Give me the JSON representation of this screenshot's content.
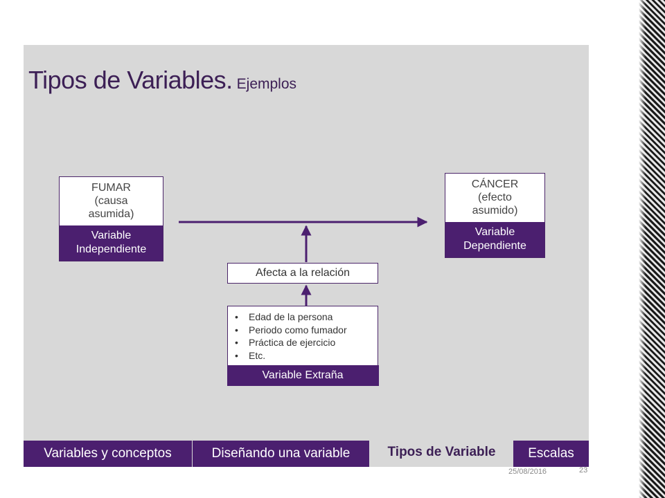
{
  "slide": {
    "title": "Tipos de Variables.",
    "subtitle": "Ejemplos"
  },
  "independent": {
    "top_lines": [
      "FUMAR",
      "(causa",
      "asumida)"
    ],
    "label_lines": [
      "Variable",
      "Independiente"
    ]
  },
  "dependent": {
    "top_lines": [
      "CÁNCER",
      "(efecto",
      "asumido)"
    ],
    "label_lines": [
      "Variable",
      "Dependiente"
    ]
  },
  "relation": {
    "label": "Afecta a la relación"
  },
  "extraneous": {
    "items": [
      "Edad de la persona",
      "Periodo como fumador",
      "Práctica de ejercicio",
      "Etc."
    ],
    "label": "Variable Extraña"
  },
  "tabs": [
    {
      "label": "Variables y conceptos",
      "active": false
    },
    {
      "label": "Diseñando una variable",
      "active": false
    },
    {
      "label": "Tipos de Variable",
      "active": true
    },
    {
      "label": "Escalas",
      "active": false
    }
  ],
  "footer": {
    "date": "25/08/2016",
    "page": "23"
  },
  "colors": {
    "accent": "#4b1f6f",
    "title": "#3c1f55",
    "slide_bg": "#d8d8d8"
  }
}
